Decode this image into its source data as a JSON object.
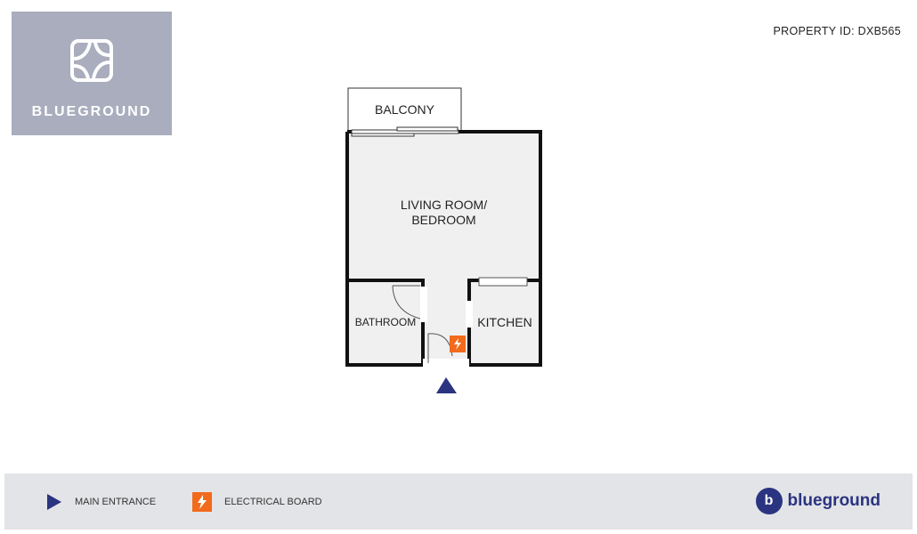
{
  "header": {
    "logo_text": "BLUEGROUND",
    "property_id": "PROPERTY ID: DXB565"
  },
  "floorplan": {
    "rooms": {
      "balcony": "BALCONY",
      "living_line1": "LIVING ROOM/",
      "living_line2": "BEDROOM",
      "bathroom": "BATHROOM",
      "kitchen": "KITCHEN"
    }
  },
  "legend": {
    "main_entrance": "MAIN ENTRANCE",
    "electrical_board": "ELECTRICAL BOARD"
  },
  "brand": {
    "name": "blueground",
    "initial": "b"
  },
  "colors": {
    "logo_bg": "#a9adbd",
    "accent_navy": "#2b3480",
    "electrical_orange": "#f26a1b",
    "floor_fill": "#f0f0f0",
    "footer_bg": "#e3e4e7"
  }
}
